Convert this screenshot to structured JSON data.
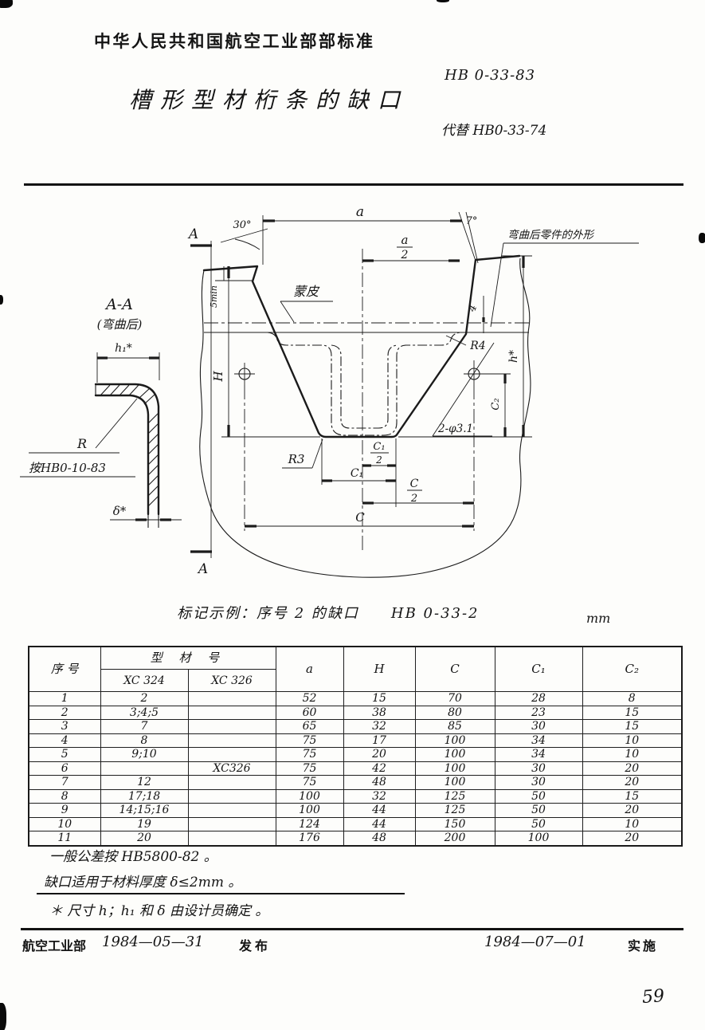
{
  "page": {
    "org_standard": "中华人民共和国航空工业部部标准",
    "title": "槽形型材桁条的缺口",
    "code": "HB 0-33-83",
    "replaces": "代替 HB0-33-74",
    "example": "标记示例：序号 2 的缺口　　HB 0-33-2",
    "unit": "mm",
    "page_number": "59"
  },
  "drawing": {
    "section_label_top": "A",
    "section_label_bottom": "A",
    "section_title": "A-A",
    "section_subtitle": "(弯曲后)",
    "outline_note": "弯曲后零件的外形",
    "skin_label": "蒙皮",
    "r_ref_label": "R",
    "r_ref_std": "按HB0-10-83",
    "dims": {
      "a": "a",
      "half": "2",
      "H": "H",
      "C": "C",
      "C1": "C₁",
      "C2": "C₂",
      "h_star": "h*",
      "h1_star": "h₁*",
      "delta_star": "δ*",
      "five_min": "5min",
      "four": "4",
      "angle_left": "30°",
      "angle_right": "7°",
      "R3": "R3",
      "R4": "R4",
      "holes": "2-φ3.1"
    }
  },
  "table": {
    "headers": {
      "no": "序  号",
      "profile": "型  材  号",
      "xc324": "XC 324",
      "xc326": "XC 326",
      "a": "a",
      "H": "H",
      "C": "C",
      "C1": "C₁",
      "C2": "C₂"
    },
    "rows": [
      [
        "1",
        "2",
        "",
        "52",
        "15",
        "70",
        "28",
        "8"
      ],
      [
        "2",
        "3;4;5",
        "",
        "60",
        "38",
        "80",
        "23",
        "15"
      ],
      [
        "3",
        "7",
        "",
        "65",
        "32",
        "85",
        "30",
        "15"
      ],
      [
        "4",
        "8",
        "",
        "75",
        "17",
        "100",
        "34",
        "10"
      ],
      [
        "5",
        "9;10",
        "",
        "75",
        "20",
        "100",
        "34",
        "10"
      ],
      [
        "6",
        "",
        "XC326",
        "75",
        "42",
        "100",
        "30",
        "20"
      ],
      [
        "7",
        "12",
        "",
        "75",
        "48",
        "100",
        "30",
        "20"
      ],
      [
        "8",
        "17;18",
        "",
        "100",
        "32",
        "125",
        "50",
        "15"
      ],
      [
        "9",
        "14;15;16",
        "",
        "100",
        "44",
        "125",
        "50",
        "20"
      ],
      [
        "10",
        "19",
        "",
        "124",
        "44",
        "150",
        "50",
        "10"
      ],
      [
        "11",
        "20",
        "",
        "176",
        "48",
        "200",
        "100",
        "20"
      ]
    ]
  },
  "notes": {
    "n1": "一般公差按 HB5800-82 。",
    "n2": "缺口适用于材料厚度 δ≤2mm 。",
    "n3": "＊ 尺寸 h；h₁ 和 δ 由设计员确定 。"
  },
  "footer": {
    "org": "航空工业部",
    "issue_date": "1984—05—31",
    "issue": "发布",
    "impl_date": "1984—07—01",
    "impl": "实施"
  }
}
